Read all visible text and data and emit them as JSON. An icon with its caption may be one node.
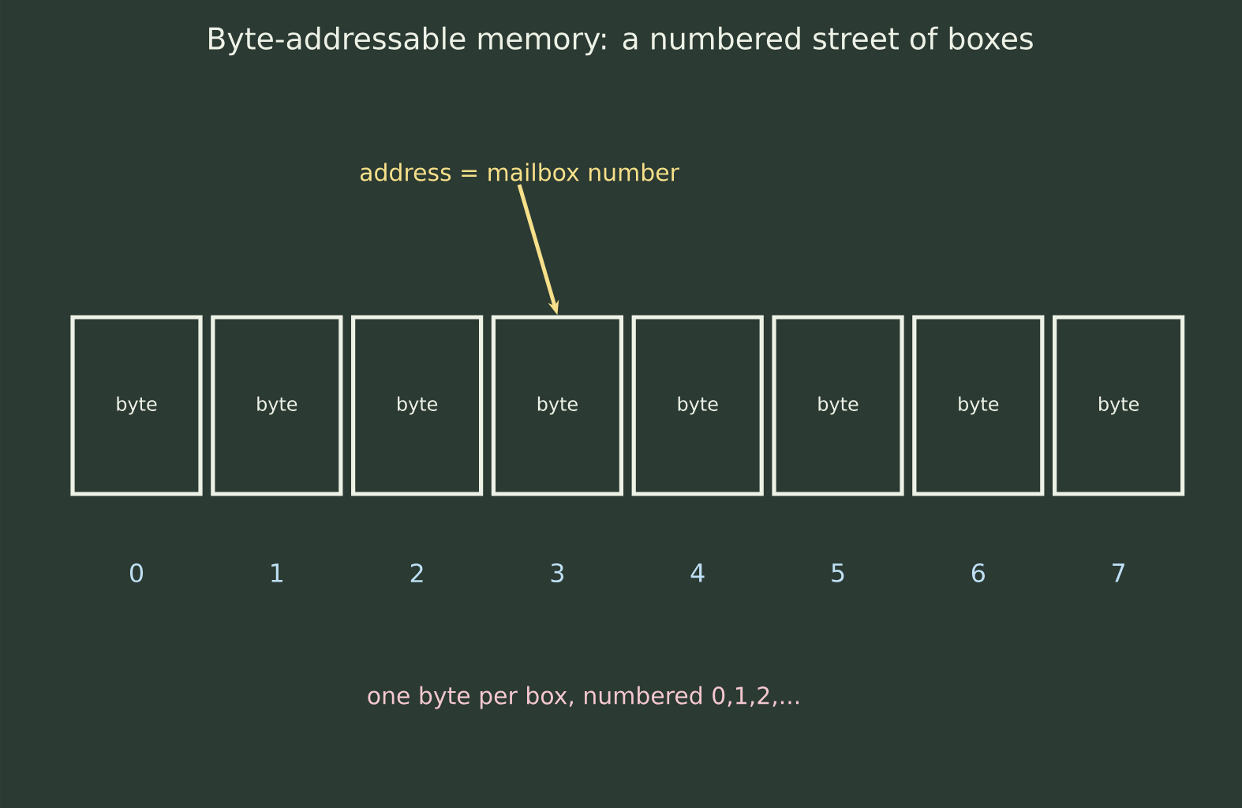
{
  "diagram": {
    "title": "Byte-addressable memory: a numbered street of boxes",
    "caption": "one byte per box, numbered 0,1,2,...",
    "nodes": [
      {
        "text": [
          "address = mailbox number"
        ]
      },
      {
        "text": [
          "byte"
        ],
        "beside": [
          "0"
        ]
      },
      {
        "text": [
          "byte"
        ],
        "beside": [
          "1"
        ]
      },
      {
        "text": [
          "byte"
        ],
        "beside": [
          "2"
        ]
      },
      {
        "text": [
          "byte"
        ],
        "beside": [
          "3"
        ]
      },
      {
        "text": [
          "byte"
        ],
        "beside": [
          "4"
        ]
      },
      {
        "text": [
          "byte"
        ],
        "beside": [
          "5"
        ]
      },
      {
        "text": [
          "byte"
        ],
        "beside": [
          "6"
        ]
      },
      {
        "text": [
          "byte"
        ],
        "beside": [
          "7"
        ]
      }
    ],
    "edges": [
      {
        "from": 0,
        "to": 4,
        "arrow": "to",
        "color": "#f7e08a"
      }
    ]
  }
}
